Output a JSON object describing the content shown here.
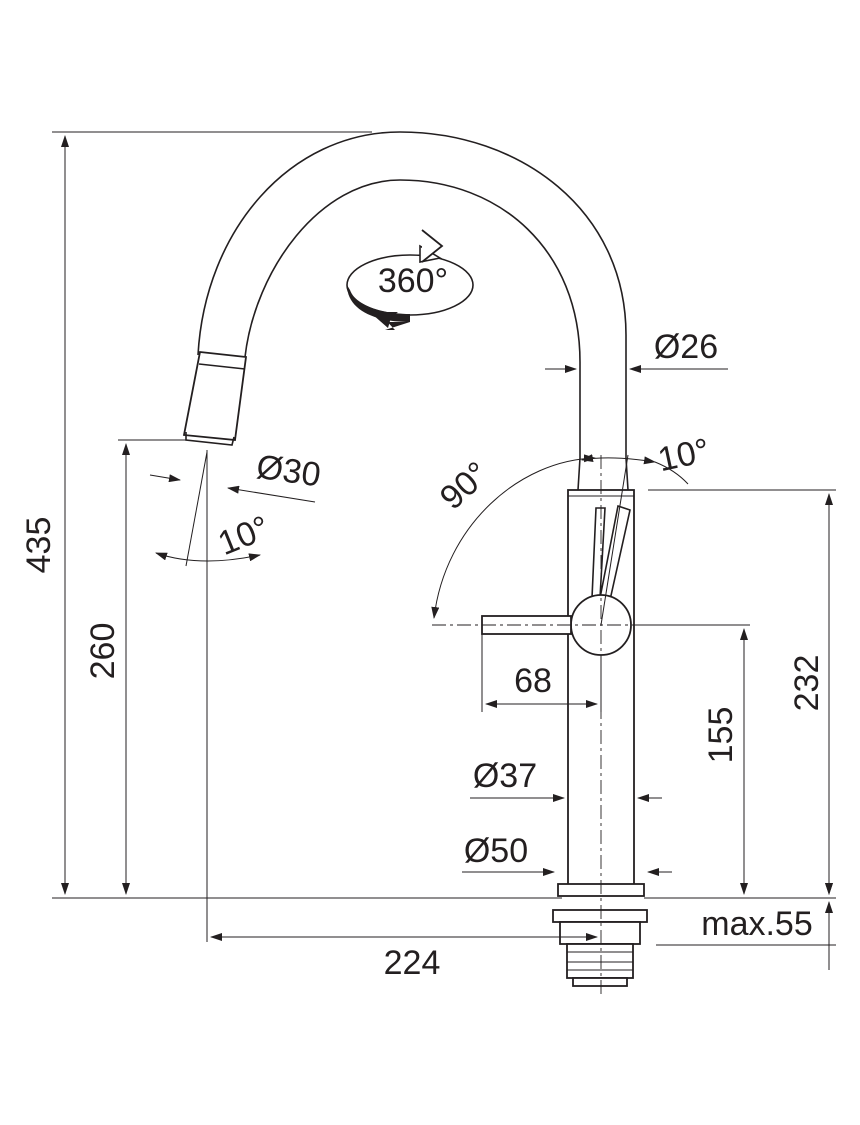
{
  "labels": {
    "overall_height": "435",
    "spout_height": "260",
    "body_height": "232",
    "lever_height": "155",
    "mount_depth": "max.55",
    "reach": "224",
    "lever_length": "68",
    "spout_diameter": "Ø26",
    "spray_diameter": "Ø30",
    "body_diameter": "Ø37",
    "base_diameter": "Ø50",
    "rotation": "360°",
    "lever_angle": "90°",
    "lever_tilt": "10°",
    "spray_tilt": "10°"
  },
  "colors": {
    "line": "#231f20",
    "background": "#ffffff"
  },
  "icons": {
    "rotation": "rotation-arrow-icon"
  }
}
